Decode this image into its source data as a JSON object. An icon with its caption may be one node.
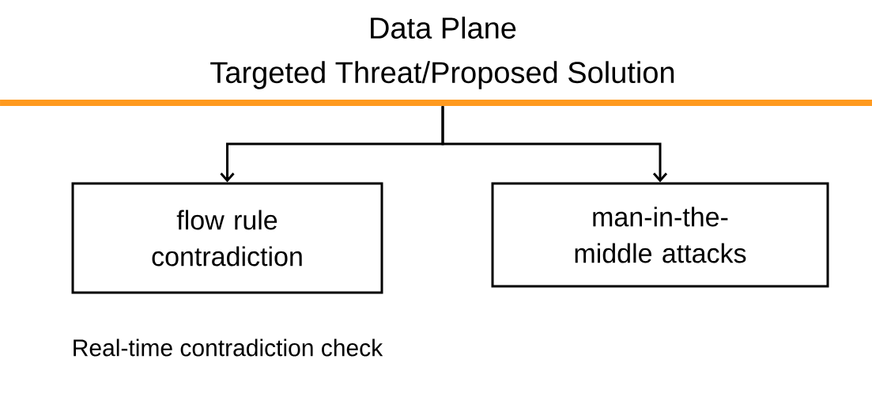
{
  "diagram": {
    "title": "Data Plane",
    "nodes": [
      {
        "text": [],
        "shape": "bar"
      },
      {
        "text": [
          "flow rule contradiction"
        ],
        "beside": [
          "Real-time contradiction check"
        ]
      },
      {
        "text": [
          "man-in-the-middle attacks"
        ]
      }
    ],
    "edges": [
      {
        "from": 0,
        "to": 1,
        "arrow": "to"
      },
      {
        "from": 0,
        "to": 2,
        "arrow": "to"
      }
    ],
    "labels": [
      "Targeted Threat/Proposed Solution"
    ]
  }
}
